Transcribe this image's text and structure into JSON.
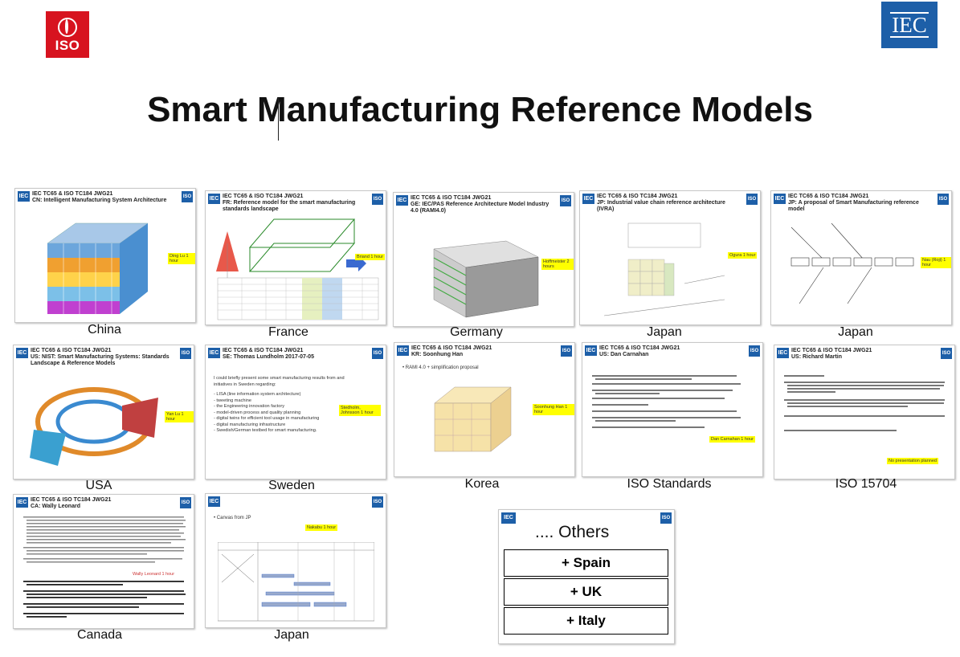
{
  "header": {
    "iso_logo": "ISO",
    "iec_logo": "IEC",
    "title": "Smart Manufacturing Reference Models"
  },
  "slides": [
    {
      "caption": "China",
      "line1": "IEC TC65 & ISO TC184 JWG21",
      "line2": "CN: Intelligent Manufacturing System Architecture",
      "note": "Ding Lu 1 hour"
    },
    {
      "caption": "France",
      "line1": "IEC TC65 & ISO TC184 JWG21",
      "line2": "FR: Reference model for the smart manufacturing standards landscape",
      "note": "Briand 1 hour"
    },
    {
      "caption": "Germany",
      "line1": "IEC TC65 & ISO TC184 JWG21",
      "line2": "GE: IEC/PAS Reference Architecture Model Industry 4.0 (RAMI4.0)",
      "note": "Hoffmeister 2 hours"
    },
    {
      "caption": "Japan",
      "line1": "IEC TC65 & ISO TC184 JWG21",
      "line2": "JP: Industrial value chain reference architecture (IVRA)",
      "note": "Ogura 1 hour"
    },
    {
      "caption": "Japan",
      "line1": "IEC TC65 & ISO TC184 JWG21",
      "line2": "JP: A proposal of Smart Manufacturing reference model",
      "note": "Nau (Roji) 1 hour"
    },
    {
      "caption": "USA",
      "line1": "IEC TC65 & ISO TC184 JWG21",
      "line2": "US: NIST: Smart Manufacturing Systems: Standards Landscape & Reference Models",
      "note": "Yan Lu 1 hour"
    },
    {
      "caption": "Sweden",
      "line1": "IEC TC65 & ISO TC184 JWG21",
      "line2": "SE: Thomas Lundholm 2017-07-05",
      "note": "Stedholm, Johnsson 1 hour",
      "body": [
        "I could briefly present some smart manufacturing results from and initiatives in Sweden regarding:",
        "- LISA (line information system architecture)",
        "- tweeting machine",
        "- the Engineering innovation factory",
        "- model-driven process and quality planning",
        "- digital twins for efficient tool usage in manufacturing",
        "- digital manufacturing infrastructure",
        "- Swedish/German testbed for smart manufacturing."
      ]
    },
    {
      "caption": "Korea",
      "line1": "IEC TC65 & ISO TC184 JWG21",
      "line2": "KR: Soonhung Han",
      "note": "Soonhung Han 1 hour",
      "body": [
        "• RAMI 4.0 + simplification proposal"
      ]
    },
    {
      "caption": "ISO Standards",
      "line1": "IEC TC65 & ISO TC184 JWG21",
      "line2": "US: Dan Carnahan",
      "note": "Dan Carnahan 1 hour"
    },
    {
      "caption": "ISO 15704",
      "line1": "IEC TC65 & ISO TC184 JWG21",
      "line2": "US: Richard Martin",
      "note": "No presentation planned"
    },
    {
      "caption": "Canada",
      "line1": "IEC TC65 & ISO TC184 JWG21",
      "line2": "CA: Wally Leonard",
      "note": "Wally Leonard 1 hour"
    },
    {
      "caption": "Japan",
      "line1": "",
      "line2": "• Canvas from JP",
      "note": "Nakabu 1 hour"
    }
  ],
  "others": {
    "title": ".... Others",
    "items": [
      "+ Spain",
      "+ UK",
      "+ Italy"
    ]
  }
}
